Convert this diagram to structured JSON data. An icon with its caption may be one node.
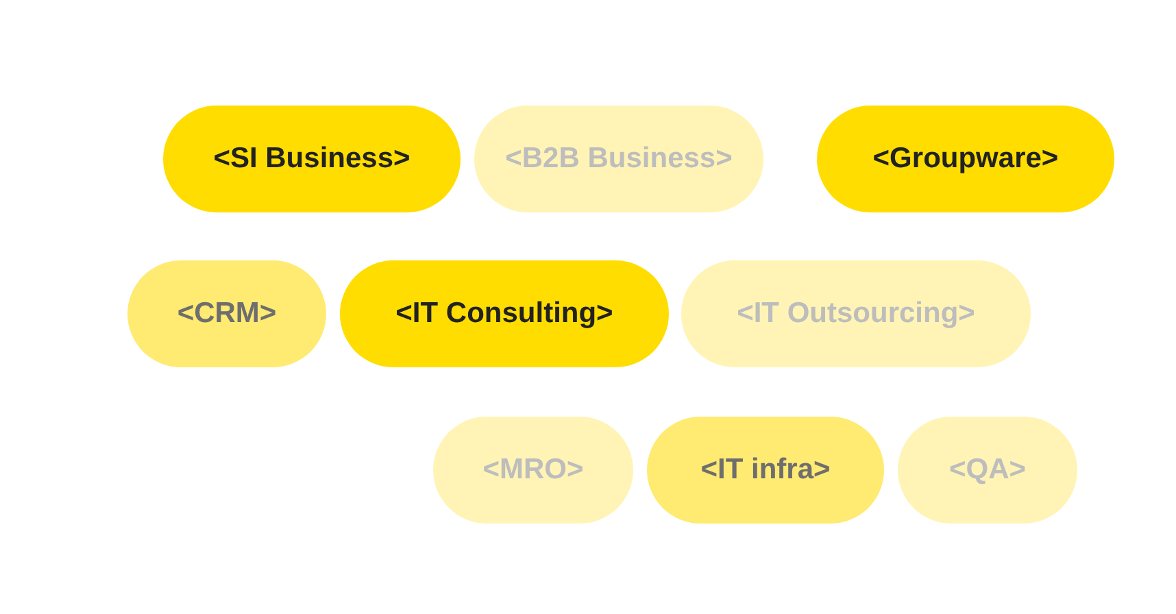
{
  "diagram": {
    "nodes": [
      {
        "text": [
          "<SI Business>"
        ]
      },
      {
        "text": [
          "<B2B Business>"
        ]
      },
      {
        "text": [
          "<Groupware>"
        ]
      },
      {
        "text": [
          "<CRM>"
        ]
      },
      {
        "text": [
          "<IT Consulting>"
        ]
      },
      {
        "text": [
          "<IT Outsourcing>"
        ]
      },
      {
        "text": [
          "<MRO>"
        ]
      },
      {
        "text": [
          "<IT infra>"
        ]
      },
      {
        "text": [
          "<QA>"
        ]
      }
    ]
  }
}
